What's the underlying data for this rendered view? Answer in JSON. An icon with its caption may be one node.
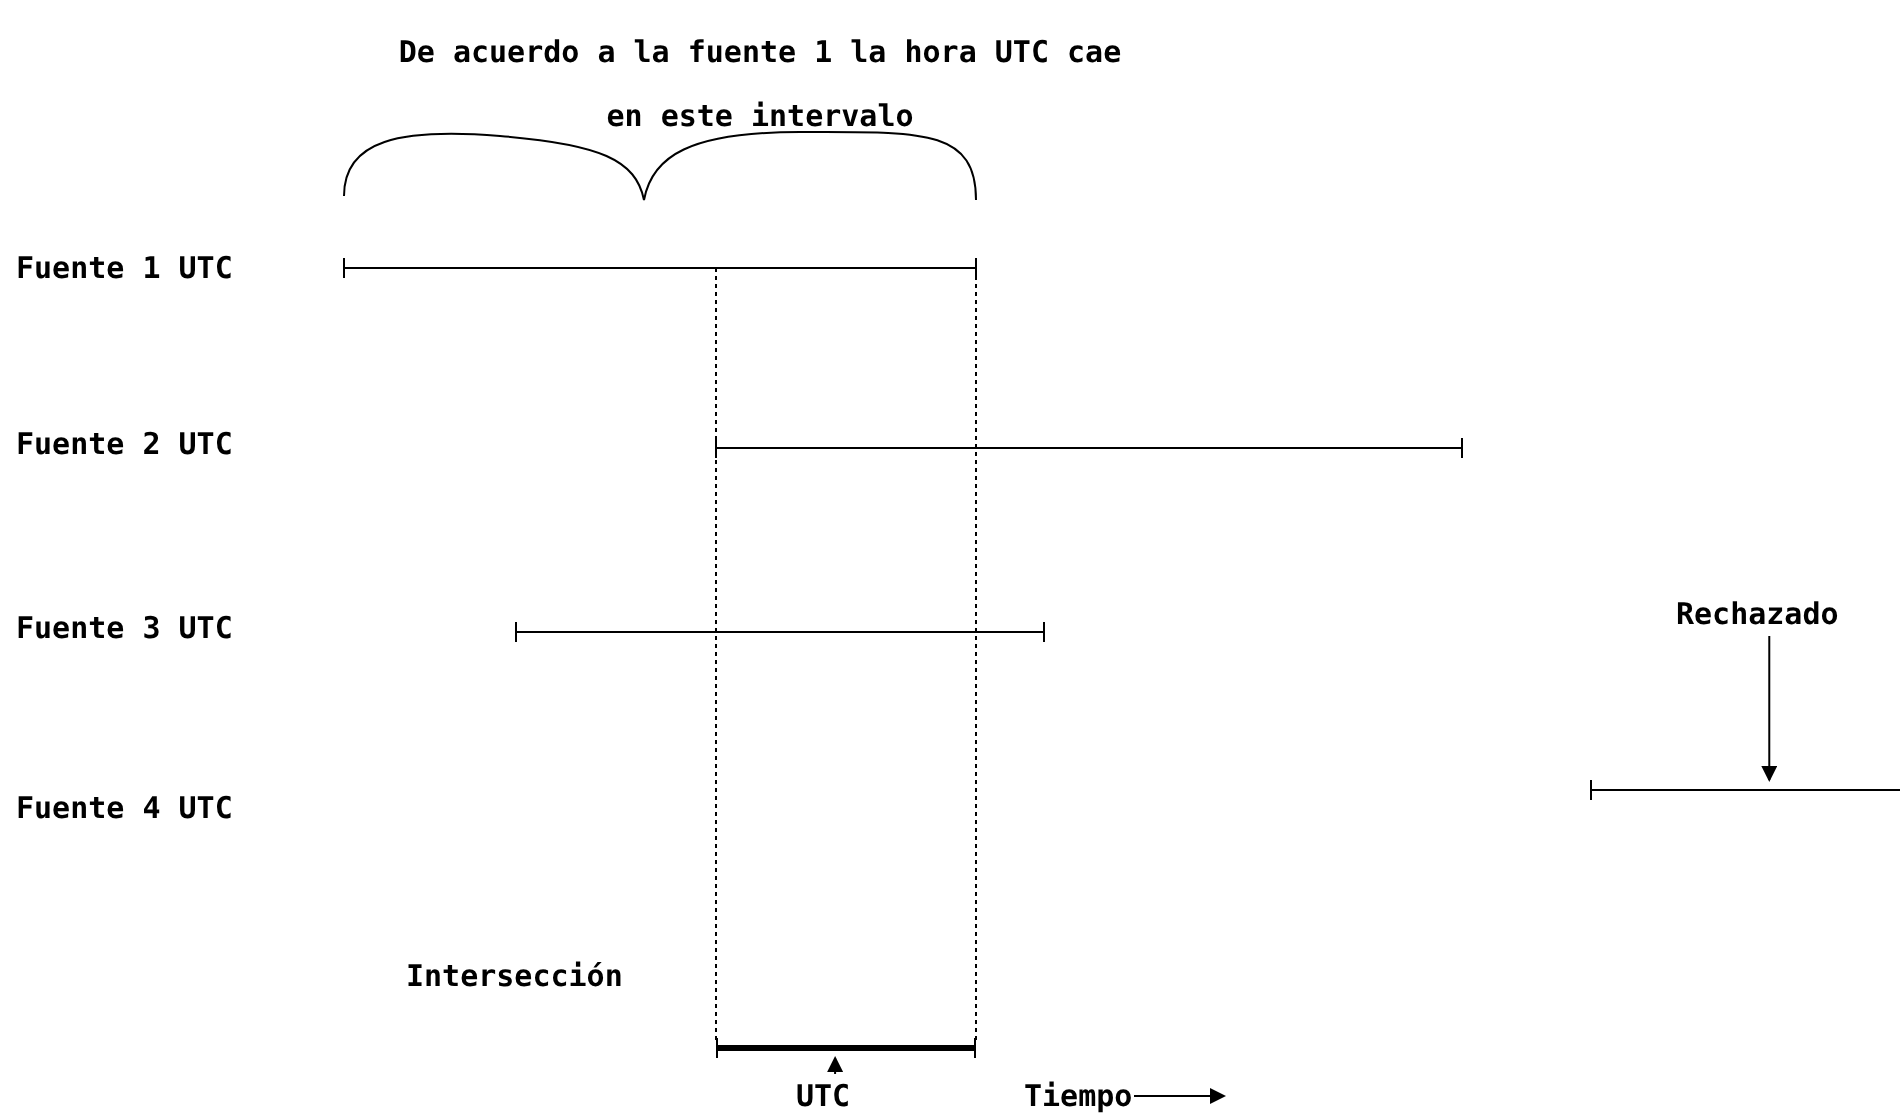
{
  "diagram": {
    "nodes": [
      {
        "text": [
          "Rechazado"
        ]
      },
      {
        "text": [],
        "shape": "bar"
      },
      {
        "text": [
          "UTC"
        ]
      },
      {
        "text": [],
        "shape": "bar"
      }
    ],
    "edges": [
      {
        "from": 0,
        "to": 1,
        "arrow": "to"
      },
      {
        "from": 2,
        "to": 3,
        "arrow": "to"
      }
    ],
    "labels": [
      "De acuerdo a la fuente 1 la hora UTC cae en este intervalo",
      "Fuente 1 UTC",
      "Fuente 2 UTC",
      "Fuente 3 UTC",
      "Fuente 4 UTC",
      "Intersección",
      "Tiempo"
    ]
  }
}
